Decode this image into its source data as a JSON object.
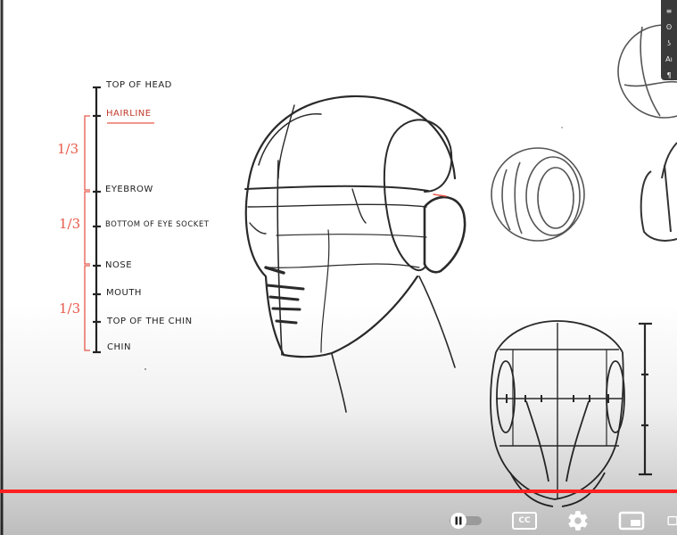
{
  "labels": {
    "top_of_head": "TOP OF HEAD",
    "hairline": "HAIRLINE",
    "eyebrow": "EYEBROW",
    "bottom_of_eye_socket": "BOTTOM OF EYE SOCKET",
    "nose": "NOSE",
    "mouth": "MOUTH",
    "top_of_chin": "TOP OF THE CHIN",
    "chin": "CHIN"
  },
  "thirds": [
    "1/3",
    "1/3",
    "1/3"
  ],
  "player": {
    "progress": 1.0,
    "accent": "#ff1f1f",
    "controls": [
      "autoplay-toggle-icon",
      "captions-icon",
      "settings-gear-icon",
      "miniplayer-icon",
      "theater-mode-icon"
    ],
    "captions_text": "CC"
  },
  "toolbar": {
    "items": [
      "≡",
      "ʘ",
      "ʖ",
      "Aı",
      "¶"
    ]
  }
}
